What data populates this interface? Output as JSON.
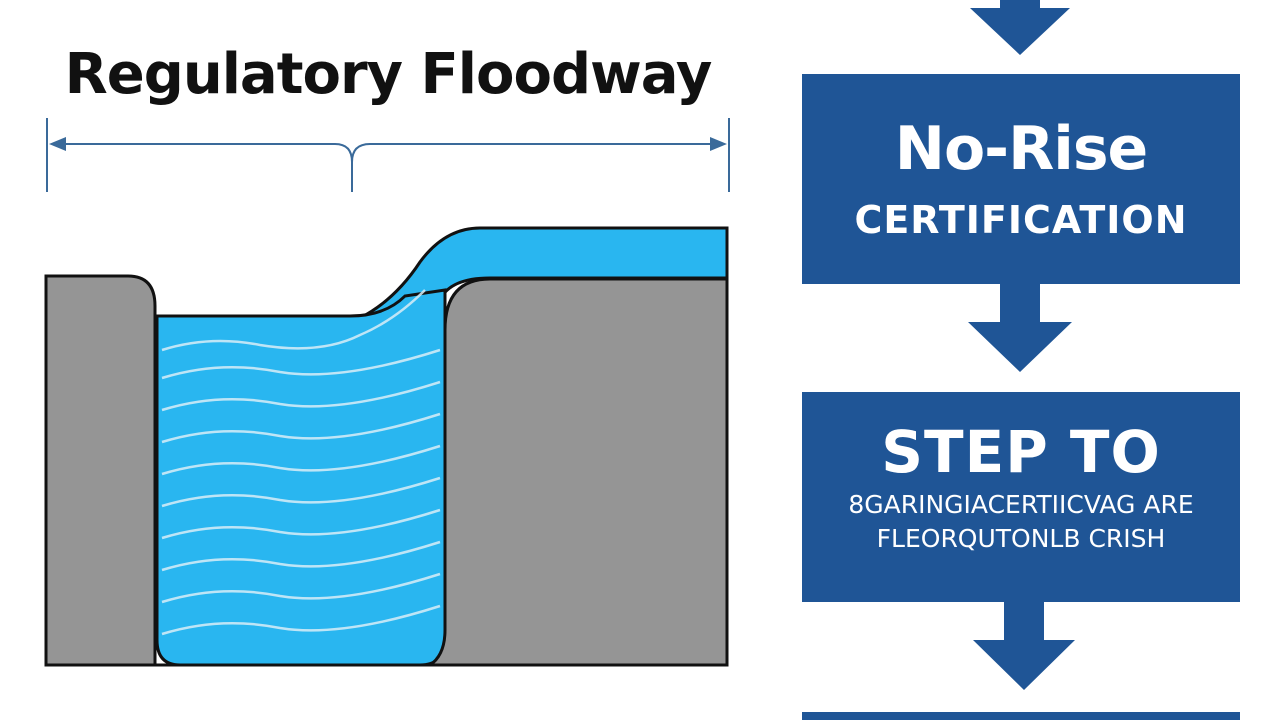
{
  "diagram": {
    "title": "Regulatory Floodway",
    "flow": [
      {
        "title": "No-Rise",
        "subtitle": "CERTIFICATION"
      },
      {
        "title": "STEP TO",
        "lines": [
          "8GARINGIACERTIICVAG ARE",
          "FLEORQUTONLB CRISH"
        ]
      }
    ]
  },
  "colors": {
    "water": "#29b6f0",
    "ground": "#959595",
    "box": "#1f5596",
    "dimension_line": "#3a6a9a"
  }
}
